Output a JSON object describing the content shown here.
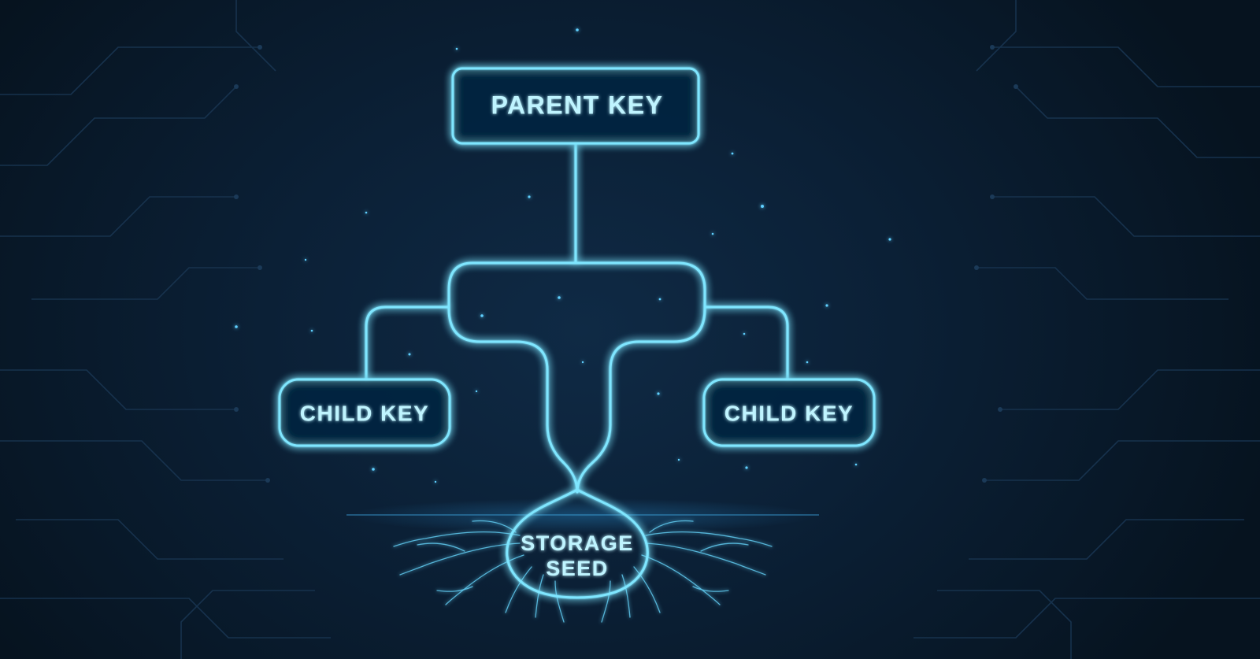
{
  "diagram": {
    "nodes": {
      "parent": {
        "label": "PARENT KEY"
      },
      "child_left": {
        "label": "CHILD KEY"
      },
      "child_right": {
        "label": "CHILD KEY"
      },
      "seed": {
        "label_line1": "STORAGE",
        "label_line2": "SEED"
      }
    },
    "colors": {
      "background": "#0a1a2b",
      "glow": "#7fe6ff",
      "text": "#bff4ff"
    }
  }
}
